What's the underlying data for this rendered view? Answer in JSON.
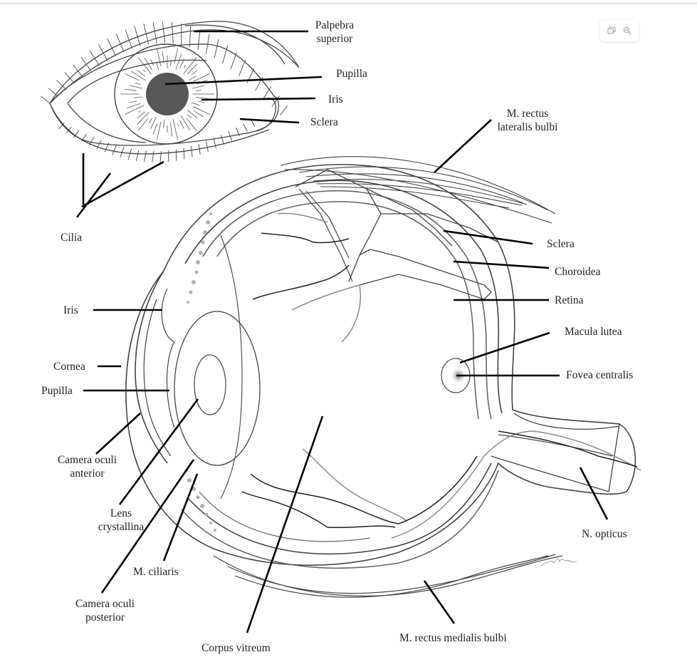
{
  "toolbar": {
    "buttons": [
      {
        "icon": "copy-icon",
        "label": "Copy"
      },
      {
        "icon": "zoom-in-icon",
        "label": "Zoom"
      }
    ]
  },
  "colors": {
    "line": "#444444",
    "leader": "#000000",
    "vessel_dark": "#222222",
    "vessel_light": "#8a8a8a",
    "pupil": "#585858",
    "ciliary_dots": "#b0b0b0"
  },
  "labels": {
    "palpebra_superior": [
      "Palpebra",
      "superior"
    ],
    "pupilla_top": "Pupilla",
    "iris_top": "Iris",
    "sclera_top": "Sclera",
    "cilia": "Cilia",
    "m_rectus_lateralis": [
      "M. rectus",
      "lateralis bulbi"
    ],
    "sclera": "Sclera",
    "choroidea": "Choroidea",
    "retina": "Retina",
    "macula_lutea": "Macula lutea",
    "fovea_centralis": "Fovea centralis",
    "iris": "Iris",
    "cornea": "Cornea",
    "pupilla": "Pupilla",
    "camera_oculi_anterior": [
      "Camera oculi",
      "anterior"
    ],
    "lens_crystallina": [
      "Lens",
      "crystallina"
    ],
    "m_ciliaris": "M. ciliaris",
    "camera_oculi_posterior": [
      "Camera oculi",
      "posterior"
    ],
    "corpus_vitreum": "Corpus vitreum",
    "m_rectus_medialis": "M. rectus medialis bulbi",
    "n_opticus": "N. opticus"
  },
  "signature": "signature-mark"
}
